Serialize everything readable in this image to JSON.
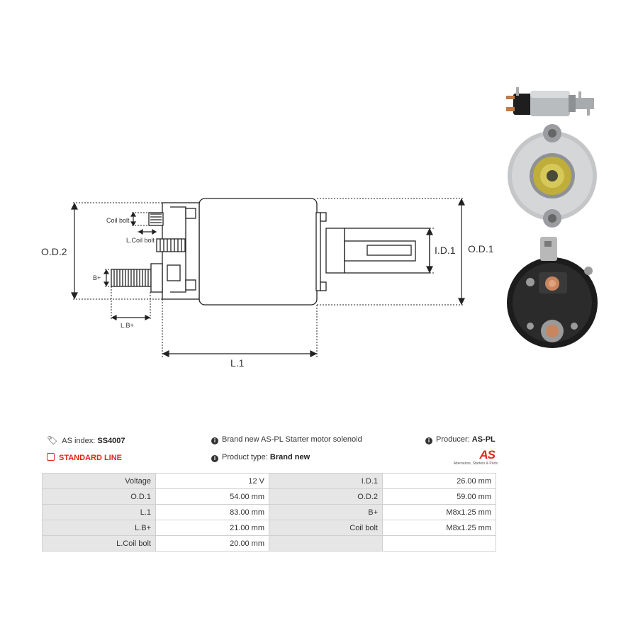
{
  "drawing": {
    "labels": {
      "od2": "O.D.2",
      "od1": "O.D.1",
      "id1": "I.D.1",
      "l1": "L.1",
      "lb": "L.B+",
      "bplus": "B+",
      "coil_bolt": "Coil bolt",
      "l_coil_bolt": "L.Coil bolt"
    }
  },
  "photos": [
    {
      "icon": "solenoid-side-photo"
    },
    {
      "icon": "solenoid-front-photo"
    },
    {
      "icon": "solenoid-rear-photo"
    }
  ],
  "info": {
    "as_index_label": "AS index:",
    "as_index_value": "SS4007",
    "line": "STANDARD LINE",
    "description": "Brand new AS-PL Starter motor solenoid",
    "product_type_label": "Product type:",
    "product_type_value": "Brand new",
    "producer_label": "Producer:",
    "producer_value": "AS-PL"
  },
  "logo": {
    "mark": "AS",
    "tagline": "Alternators, Starters & Parts",
    "brand_color": "#e1251b"
  },
  "specs": [
    {
      "k1": "Voltage",
      "v1": "12 V",
      "k2": "I.D.1",
      "v2": "26.00 mm"
    },
    {
      "k1": "O.D.1",
      "v1": "54.00 mm",
      "k2": "O.D.2",
      "v2": "59.00 mm"
    },
    {
      "k1": "L.1",
      "v1": "83.00 mm",
      "k2": "B+",
      "v2": "M8x1.25 mm"
    },
    {
      "k1": "L.B+",
      "v1": "21.00 mm",
      "k2": "Coil bolt",
      "v2": "M8x1.25 mm"
    },
    {
      "k1": "L.Coil bolt",
      "v1": "20.00 mm",
      "k2": "",
      "v2": ""
    }
  ]
}
